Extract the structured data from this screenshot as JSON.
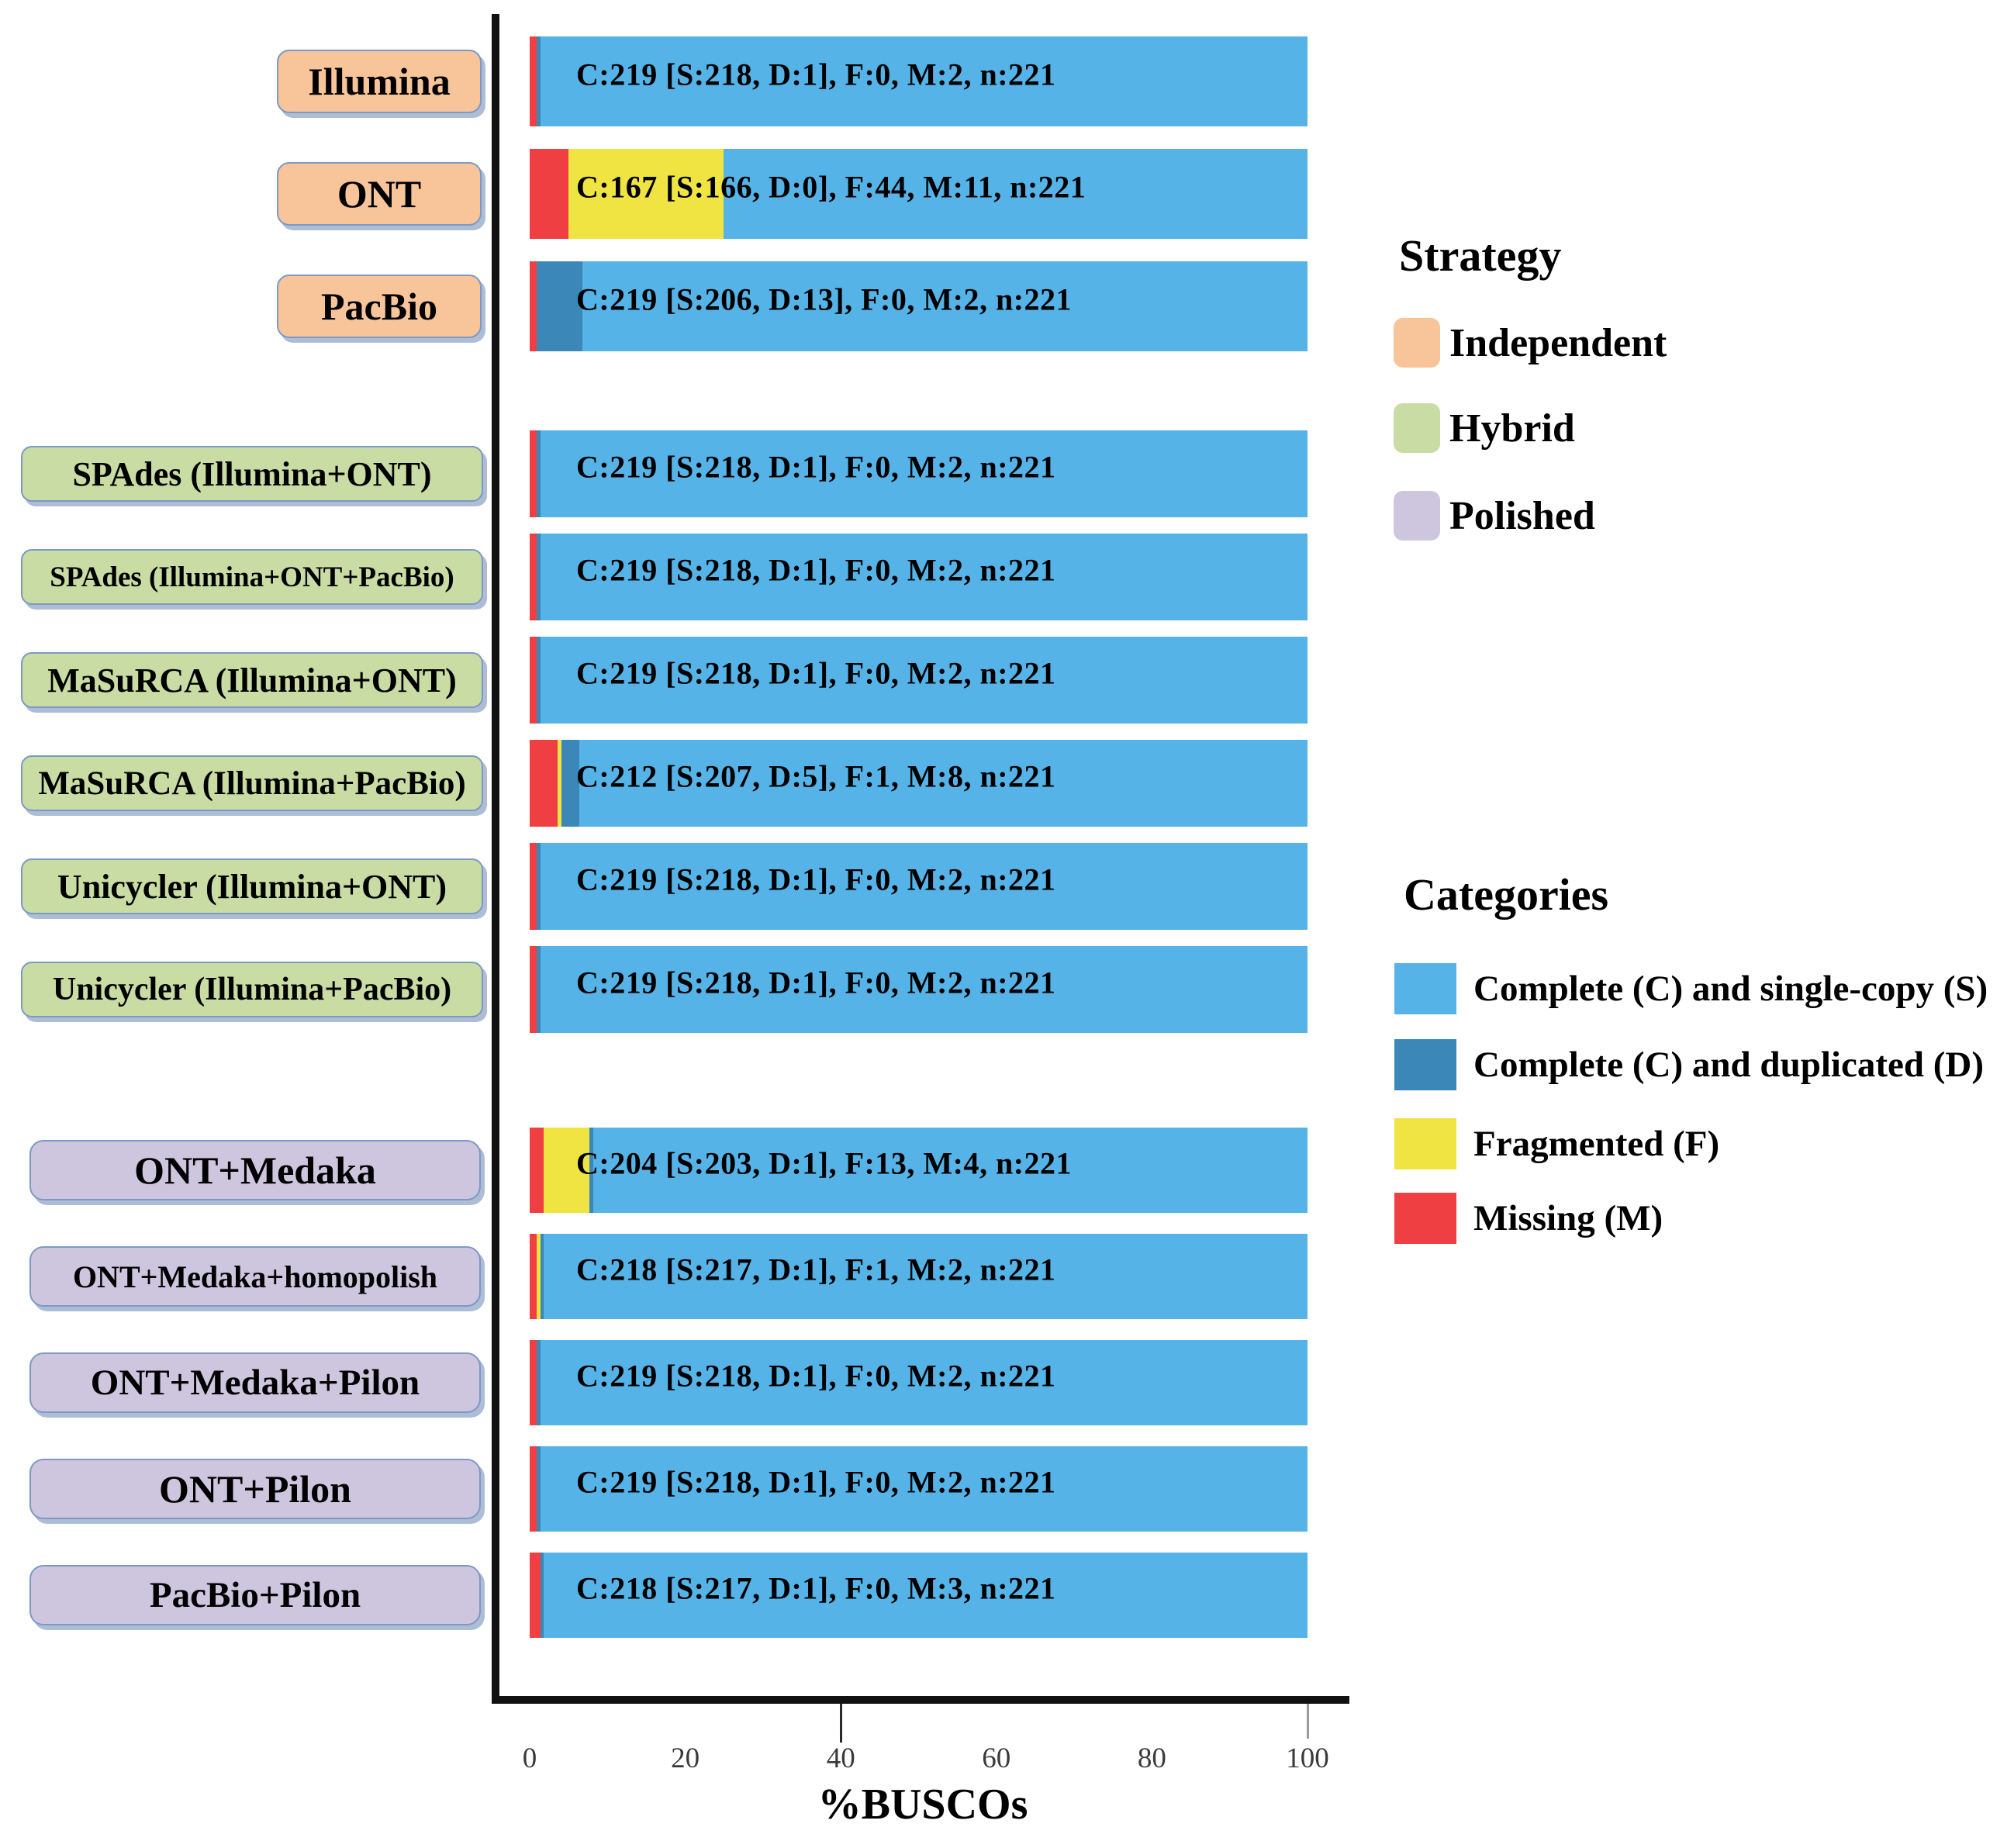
{
  "chart_data": {
    "type": "bar",
    "orientation": "horizontal-stacked",
    "title": "",
    "xlabel": "%BUSCOs",
    "xlim": [
      0,
      100
    ],
    "xticks": [
      0,
      20,
      40,
      60,
      80,
      100
    ],
    "grid": false,
    "n_total": 221,
    "segment_order": [
      "missing",
      "fragmented",
      "duplicated",
      "single_copy"
    ],
    "groups": [
      {
        "strategy": "Independent",
        "rows": [
          {
            "label": "Illumina",
            "annotation": "C:219 [S:218, D:1], F:0, M:2, n:221",
            "counts": {
              "single_copy": 218,
              "duplicated": 1,
              "fragmented": 0,
              "missing": 2
            }
          },
          {
            "label": "ONT",
            "annotation": "C:167 [S:166, D:0], F:44, M:11, n:221",
            "counts": {
              "single_copy": 166,
              "duplicated": 0,
              "fragmented": 44,
              "missing": 11
            }
          },
          {
            "label": "PacBio",
            "annotation": "C:219 [S:206, D:13], F:0, M:2, n:221",
            "counts": {
              "single_copy": 206,
              "duplicated": 13,
              "fragmented": 0,
              "missing": 2
            }
          }
        ]
      },
      {
        "strategy": "Hybrid",
        "rows": [
          {
            "label": "SPAdes (Illumina+ONT)",
            "annotation": "C:219 [S:218, D:1], F:0, M:2, n:221",
            "counts": {
              "single_copy": 218,
              "duplicated": 1,
              "fragmented": 0,
              "missing": 2
            }
          },
          {
            "label": "SPAdes (Illumina+ONT+PacBio)",
            "annotation": "C:219 [S:218, D:1], F:0, M:2, n:221",
            "counts": {
              "single_copy": 218,
              "duplicated": 1,
              "fragmented": 0,
              "missing": 2
            }
          },
          {
            "label": "MaSuRCA (Illumina+ONT)",
            "annotation": "C:219 [S:218, D:1], F:0, M:2, n:221",
            "counts": {
              "single_copy": 218,
              "duplicated": 1,
              "fragmented": 0,
              "missing": 2
            }
          },
          {
            "label": "MaSuRCA (Illumina+PacBio)",
            "annotation": "C:212 [S:207, D:5], F:1, M:8, n:221",
            "counts": {
              "single_copy": 207,
              "duplicated": 5,
              "fragmented": 1,
              "missing": 8
            }
          },
          {
            "label": "Unicycler (Illumina+ONT)",
            "annotation": "C:219 [S:218, D:1], F:0, M:2, n:221",
            "counts": {
              "single_copy": 218,
              "duplicated": 1,
              "fragmented": 0,
              "missing": 2
            }
          },
          {
            "label": "Unicycler (Illumina+PacBio)",
            "annotation": "C:219 [S:218, D:1], F:0, M:2, n:221",
            "counts": {
              "single_copy": 218,
              "duplicated": 1,
              "fragmented": 0,
              "missing": 2
            }
          }
        ]
      },
      {
        "strategy": "Polished",
        "rows": [
          {
            "label": "ONT+Medaka",
            "annotation": "C:204 [S:203, D:1], F:13, M:4, n:221",
            "counts": {
              "single_copy": 203,
              "duplicated": 1,
              "fragmented": 13,
              "missing": 4
            }
          },
          {
            "label": "ONT+Medaka+homopolish",
            "annotation": "C:218 [S:217, D:1], F:1, M:2, n:221",
            "counts": {
              "single_copy": 217,
              "duplicated": 1,
              "fragmented": 1,
              "missing": 2
            }
          },
          {
            "label": "ONT+Medaka+Pilon",
            "annotation": "C:219 [S:218, D:1], F:0, M:2, n:221",
            "counts": {
              "single_copy": 218,
              "duplicated": 1,
              "fragmented": 0,
              "missing": 2
            }
          },
          {
            "label": "ONT+Pilon",
            "annotation": "C:219 [S:218, D:1], F:0, M:2, n:221",
            "counts": {
              "single_copy": 218,
              "duplicated": 1,
              "fragmented": 0,
              "missing": 2
            }
          },
          {
            "label": "PacBio+Pilon",
            "annotation": "C:218 [S:217, D:1], F:0, M:3, n:221",
            "counts": {
              "single_copy": 217,
              "duplicated": 1,
              "fragmented": 0,
              "missing": 3
            }
          }
        ]
      }
    ]
  },
  "legend_strategy": {
    "title": "Strategy",
    "items": [
      {
        "label": "Independent",
        "color": "#f8c59b"
      },
      {
        "label": "Hybrid",
        "color": "#c9dca3"
      },
      {
        "label": "Polished",
        "color": "#cec5df"
      }
    ]
  },
  "legend_categories": {
    "title": "Categories",
    "items": [
      {
        "key": "single_copy",
        "label": "Complete (C) and single-copy (S)",
        "color": "#56b3e7"
      },
      {
        "key": "duplicated",
        "label": "Complete (C) and duplicated (D)",
        "color": "#3a87b8"
      },
      {
        "key": "fragmented",
        "label": "Fragmented (F)",
        "color": "#f0e442"
      },
      {
        "key": "missing",
        "label": "Missing (M)",
        "color": "#ef3f43"
      }
    ]
  },
  "colors": {
    "single_copy": "#56b3e7",
    "duplicated": "#3a87b8",
    "fragmented": "#f0e442",
    "missing": "#ef3f43",
    "independent_box": "#f8c59b",
    "hybrid_box": "#c9dca3",
    "polished_box": "#cec5df",
    "box_border": "#7c99c5",
    "axis": "#111111"
  },
  "axis": {
    "xlabel": "%BUSCOs",
    "tick_labels": [
      "0",
      "20",
      "40",
      "60",
      "80",
      "100"
    ]
  }
}
